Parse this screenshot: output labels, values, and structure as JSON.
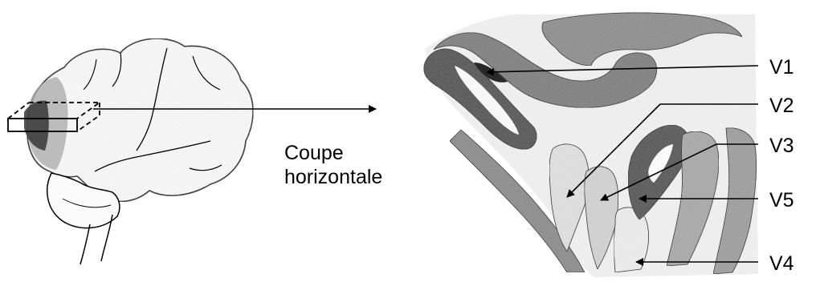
{
  "caption": {
    "line1": "Coupe",
    "line2": "horizontale"
  },
  "areas": [
    {
      "id": "v1",
      "label": "V1"
    },
    {
      "id": "v2",
      "label": "V2"
    },
    {
      "id": "v3",
      "label": "V3"
    },
    {
      "id": "v5",
      "label": "V5"
    },
    {
      "id": "v4",
      "label": "V4"
    }
  ],
  "colors": {
    "outline": "#000000",
    "cortex_light": "#d9d9d9",
    "cortex_mid": "#9a9a9a",
    "cortex_dark": "#4a4a4a",
    "cortex_darkest": "#2f2f2f",
    "white_matter": "#ffffff"
  }
}
